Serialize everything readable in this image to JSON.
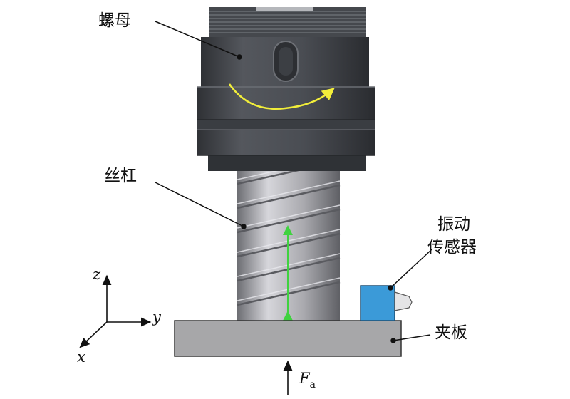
{
  "labels": {
    "nut": "螺母",
    "screw": "丝杠",
    "sensor_line1": "振动",
    "sensor_line2": "传感器",
    "clamp": "夹板"
  },
  "axes": {
    "z": "z",
    "y": "y",
    "x": "x"
  },
  "force": {
    "symbol": "F",
    "subscript": "a"
  },
  "colors": {
    "nut_body": "#4a4d53",
    "nut_dark": "#2e3034",
    "screw_light": "#c9c9cf",
    "screw_dark": "#6f7075",
    "plate": "#a7a7a9",
    "sensor": "#3b9ad8",
    "rotation_arrow": "#f2ee3a",
    "axial_arrow": "#3fd23f"
  }
}
